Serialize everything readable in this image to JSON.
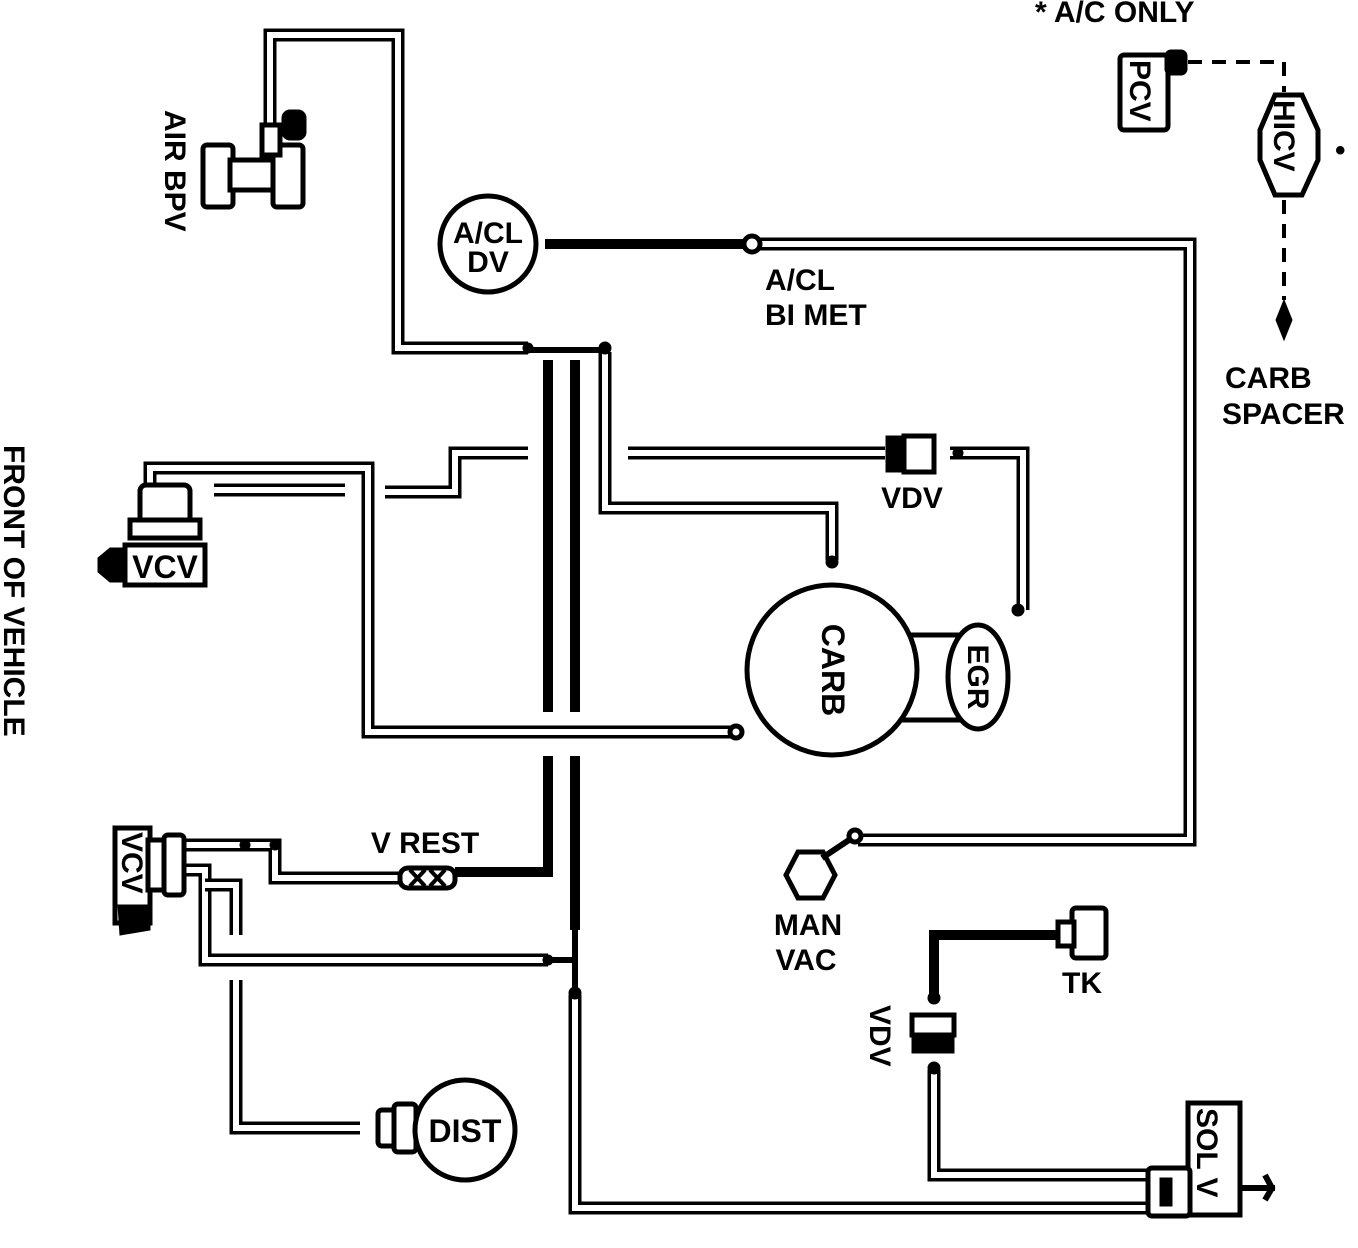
{
  "labels": {
    "ac_only": "* A/C ONLY",
    "pcv": "PCV",
    "hicv": "HICV",
    "hicv_asterisk": "•",
    "carb_spacer_1": "CARB",
    "carb_spacer_2": "SPACER",
    "air_bpv": "AIR BPV",
    "acl_dv_1": "A/CL",
    "acl_dv_2": "DV",
    "acl_bimet_1": "A/CL",
    "acl_bimet_2": "BI MET",
    "front_of_vehicle": "FRONT OF VEHICLE",
    "vdv_top": "VDV",
    "vcv_top": "VCV",
    "carb": "CARB",
    "egr": "EGR",
    "vcv_bottom": "VCV",
    "v_rest": "V REST",
    "man_vac_1": "MAN",
    "man_vac_2": "VAC",
    "tk": "TK",
    "vdv_bottom": "VDV",
    "dist": "DIST",
    "sol_v": "SOL V"
  },
  "colors": {
    "line": "#000000",
    "background": "#ffffff"
  }
}
